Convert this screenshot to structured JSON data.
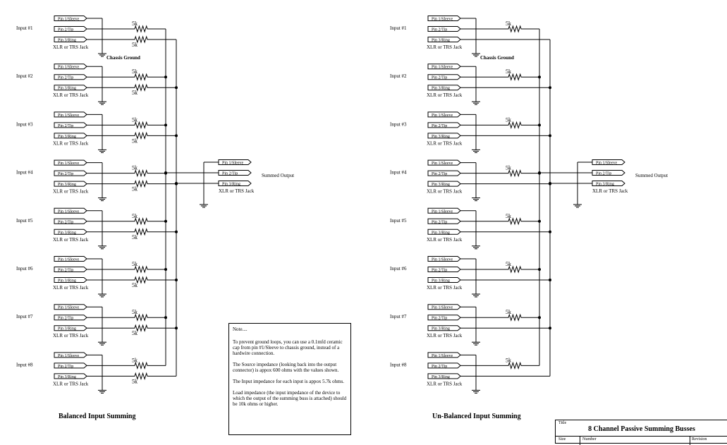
{
  "pins": [
    "Pin 1/Sleeve",
    "Pin 2/Tip",
    "Pin 3/Ring"
  ],
  "jack_label": "XLR or TRS Jack",
  "resistor_label": "5k",
  "chassis_ground_label": "Chassis Ground",
  "output_label": "Summed Output",
  "inputs": [
    "Input #1",
    "Input #2",
    "Input #3",
    "Input #4",
    "Input #5",
    "Input #6",
    "Input #7",
    "Input #8"
  ],
  "balanced": {
    "title": "Balanced Input Summing"
  },
  "unbalanced": {
    "title": "Un-Balanced Input Summing"
  },
  "note": {
    "title": "Note....",
    "p1": "To prevent ground loops, you can use a 0.1mfd ceramic cap from pin #1/Sleeve to chassis ground, instead of a hardwire connection.",
    "p2": "The Source impedance (looking back into the output connector) is appox 600 ohms with the values shown.",
    "p3": "The Input impedance for each input is appox 5.7k ohms.",
    "p4": "Load impedance (the input impedance of the device to which the output of the summing buss is attached) should be 10k ohms or higher."
  },
  "title_block": {
    "title_label": "Title",
    "title": "8 Channel Passive Summing Busses",
    "size_label": "Size",
    "number_label": "Number",
    "revision_label": "Revision"
  }
}
